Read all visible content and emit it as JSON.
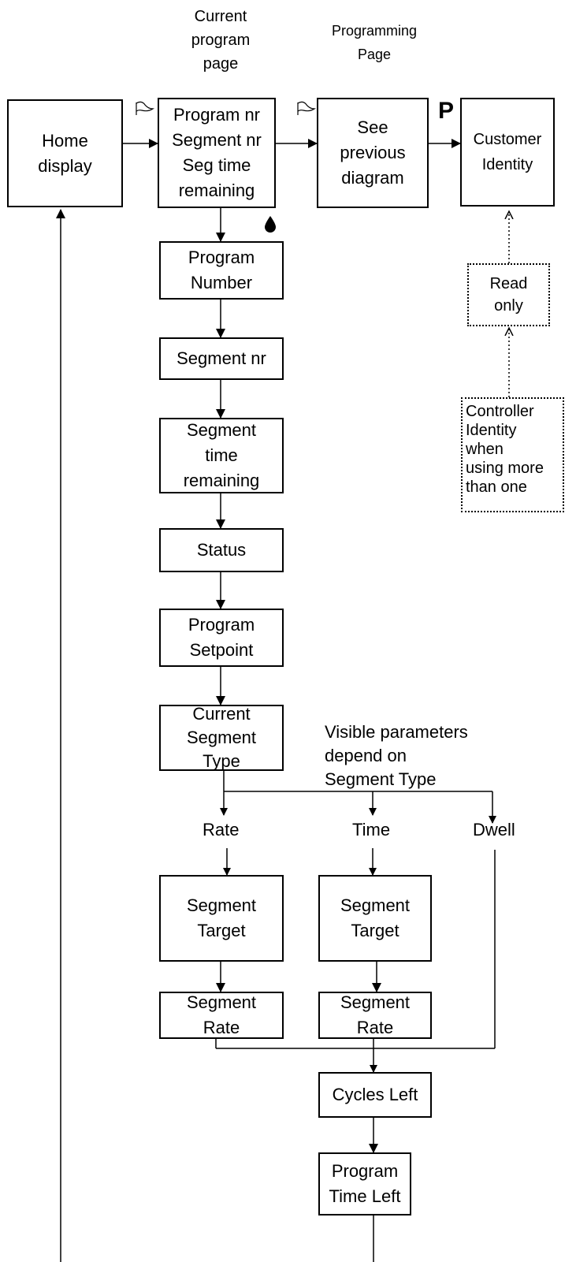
{
  "headings": {
    "current_program_page": "Current\nprogram\npage",
    "programming_page": "Programming\nPage"
  },
  "boxes": {
    "home": "Home\ndisplay",
    "current": "Program nr\nSegment nr\nSeg time\nremaining",
    "see_previous": "See\nprevious\ndiagram",
    "customer_identity": "Customer\nIdentity",
    "read_only": "Read\nonly",
    "controller_identity": "Controller\nIdentity\nwhen\nusing more\nthan one",
    "program_number": "Program\nNumber",
    "segment_nr": "Segment nr",
    "segment_time_remaining": "Segment\ntime\nremaining",
    "status": "Status",
    "program_setpoint": "Program\nSetpoint",
    "current_segment_type": "Current\nSegment\nType",
    "rate_segment_target": "Segment\nTarget",
    "rate_segment_rate": "Segment\nRate",
    "time_segment_target": "Segment\nTarget",
    "time_segment_rate": "Segment\nRate",
    "cycles_left": "Cycles Left",
    "program_time_left": "Program\nTime Left"
  },
  "labels": {
    "visible_parameters": "Visible parameters\ndepend on\nSegment Type",
    "rate": "Rate",
    "time": "Time",
    "dwell": "Dwell"
  },
  "key_marks": {
    "page_key_symbol": "flag-icon",
    "scroll_key_symbol": "drop-icon",
    "program_key": "P"
  }
}
